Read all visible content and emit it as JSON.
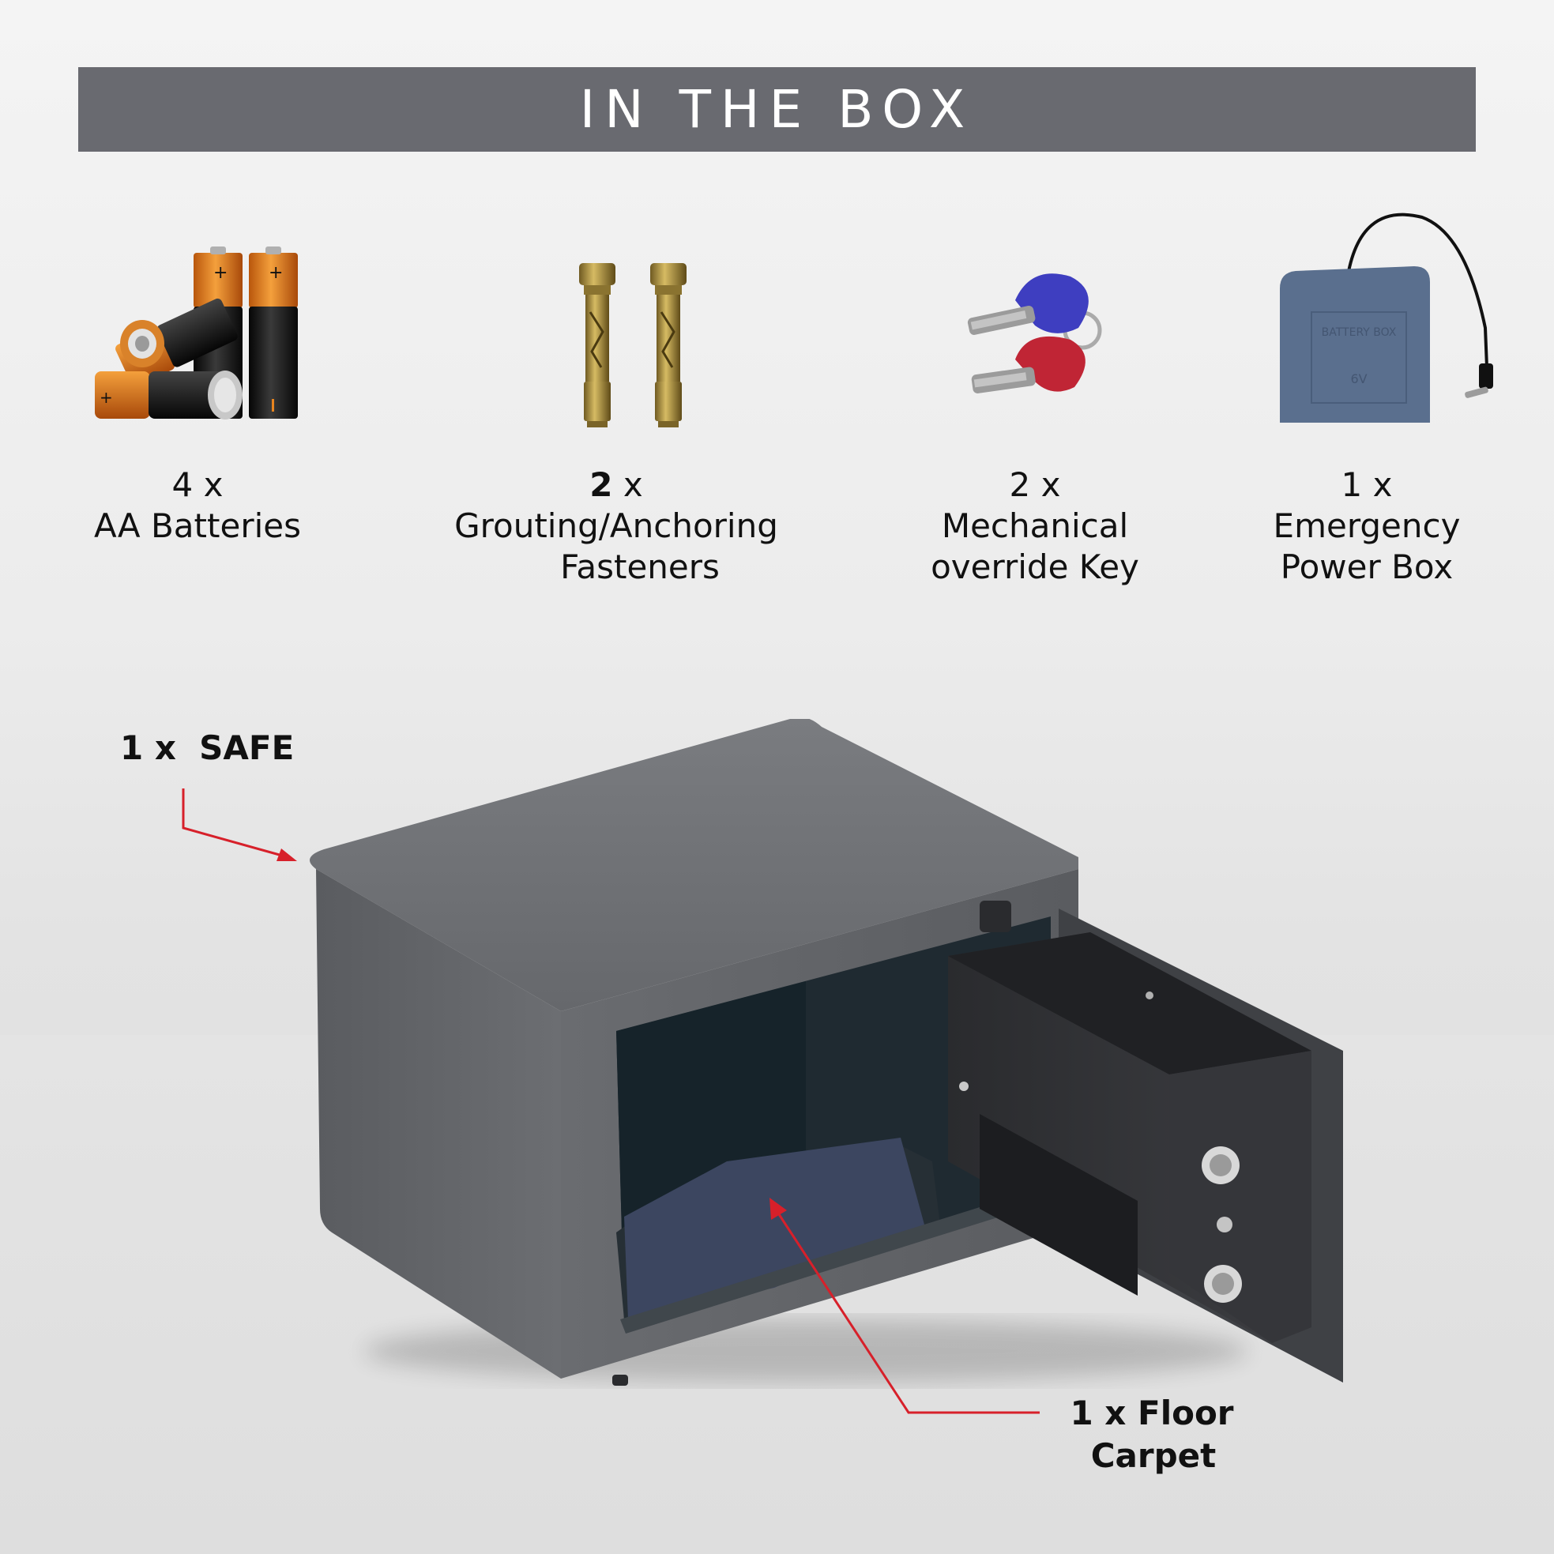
{
  "banner": {
    "title": "IN THE BOX"
  },
  "items": [
    {
      "qty": "4 x",
      "name": "AA Batteries"
    },
    {
      "qty_number": "2",
      "qty_suffix": " x",
      "name_line1": "Grouting/Anchoring",
      "name_line2": "Fasteners"
    },
    {
      "qty": "2 x",
      "name_line1": "Mechanical",
      "name_line2": "override Key"
    },
    {
      "qty": "1 x",
      "name_line1": "Emergency",
      "name_line2": "Power Box"
    }
  ],
  "power_box": {
    "label_top": "BATTERY BOX",
    "label_bottom": "6V"
  },
  "safe_callout": {
    "text": "1 x  SAFE"
  },
  "carpet_callout": {
    "line1": "1 x Floor",
    "line2": "Carpet"
  },
  "colors": {
    "banner_bg": "#696a70",
    "arrow_red": "#d7202a",
    "battery_orange": "#e8841e",
    "key_blue": "#3e3ec0",
    "key_red": "#c02535",
    "safe_grey": "#5d5f63",
    "carpet_blue": "#3c4660",
    "power_box_blue": "#5a6f8e"
  }
}
